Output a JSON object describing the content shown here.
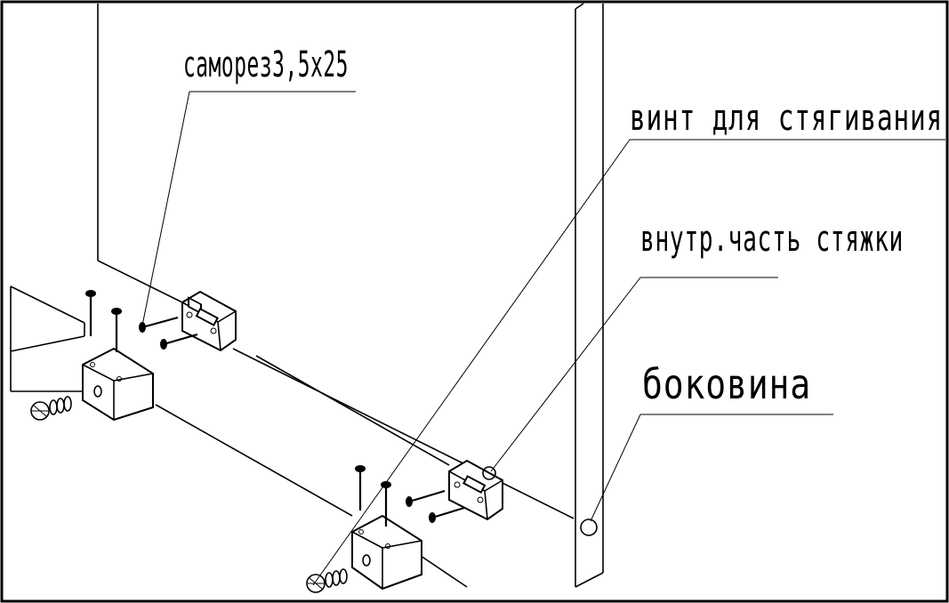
{
  "labels": {
    "self_tapping_screw": "саморез3,5х25",
    "tightening_screw": "винт для стягивания",
    "inner_part": "внутр.часть стяжки",
    "side_panel": "боковина"
  }
}
